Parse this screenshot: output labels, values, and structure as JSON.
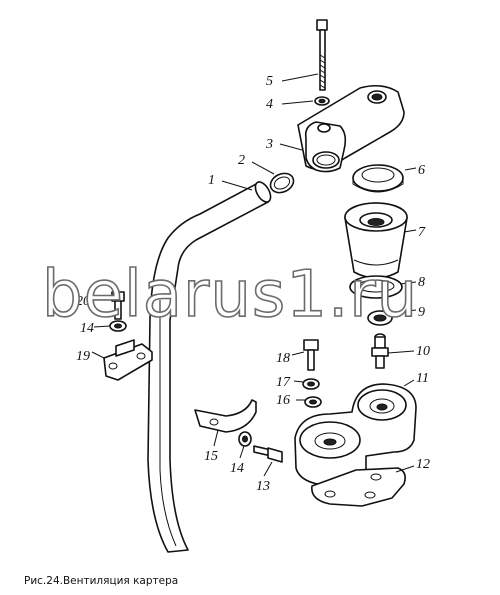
{
  "figure": {
    "caption": "Рис.24.Вентиляция картера",
    "watermark": "belarus1.ru"
  },
  "callouts": [
    {
      "id": "1",
      "label": "1"
    },
    {
      "id": "2",
      "label": "2"
    },
    {
      "id": "3",
      "label": "3"
    },
    {
      "id": "4",
      "label": "4"
    },
    {
      "id": "5",
      "label": "5"
    },
    {
      "id": "6",
      "label": "6"
    },
    {
      "id": "7",
      "label": "7"
    },
    {
      "id": "8",
      "label": "8"
    },
    {
      "id": "9",
      "label": "9"
    },
    {
      "id": "10",
      "label": "10"
    },
    {
      "id": "11",
      "label": "11"
    },
    {
      "id": "12",
      "label": "12"
    },
    {
      "id": "13",
      "label": "13"
    },
    {
      "id": "14a",
      "label": "14"
    },
    {
      "id": "14b",
      "label": "14"
    },
    {
      "id": "15",
      "label": "15"
    },
    {
      "id": "16",
      "label": "16"
    },
    {
      "id": "17",
      "label": "17"
    },
    {
      "id": "18",
      "label": "18"
    },
    {
      "id": "19",
      "label": "19"
    },
    {
      "id": "20",
      "label": "20"
    }
  ]
}
